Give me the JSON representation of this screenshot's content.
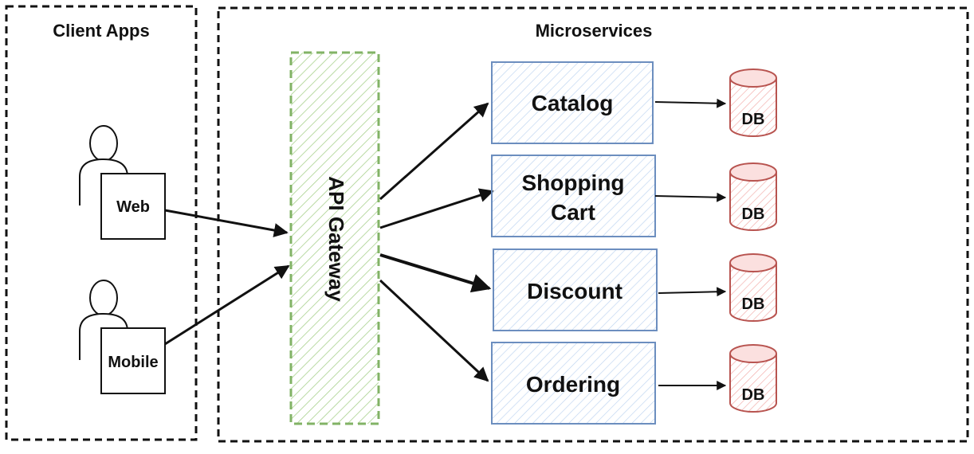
{
  "regions": {
    "client_apps": "Client Apps",
    "microservices": "Microservices"
  },
  "clients": {
    "web": "Web",
    "mobile": "Mobile"
  },
  "gateway": {
    "label": "API Gateway",
    "stroke_color": "#82b366"
  },
  "services": [
    {
      "label_line1": "Catalog",
      "label_line2": ""
    },
    {
      "label_line1": "Shopping",
      "label_line2": "Cart"
    },
    {
      "label_line1": "Discount",
      "label_line2": ""
    },
    {
      "label_line1": "Ordering",
      "label_line2": ""
    }
  ],
  "service_style": {
    "fill": "#dae8fc",
    "stroke": "#6c8ebf"
  },
  "databases": [
    {
      "label": "DB"
    },
    {
      "label": "DB"
    },
    {
      "label": "DB"
    },
    {
      "label": "DB"
    }
  ],
  "db_style": {
    "fill": "#f8cecc",
    "stroke": "#b85450"
  }
}
